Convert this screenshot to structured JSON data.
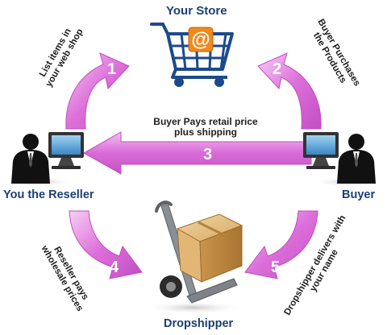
{
  "store": {
    "title": "Your Store"
  },
  "reseller": {
    "title": "You the Reseller"
  },
  "buyer": {
    "title": "Buyer"
  },
  "dropshipper": {
    "title": "Dropshipper"
  },
  "cart_symbol": "@",
  "steps": [
    {
      "number": "1",
      "line1": "List items in",
      "line2": "your web shop"
    },
    {
      "number": "2",
      "line1": "Buyer Purchases",
      "line2": "the Products"
    },
    {
      "number": "3",
      "line1": "Buyer Pays retail price",
      "line2": "plus shipping"
    },
    {
      "number": "4",
      "line1": "Reseller pays",
      "line2": "wholesale prices"
    },
    {
      "number": "5",
      "line1": "Dropshipper delivers with",
      "line2": "your name"
    }
  ],
  "colors": {
    "arrow": "#d864d6",
    "arrow_light": "#f3c6f0",
    "title": "#1b3f73",
    "cart": "#1c4a8c",
    "box": "#d4a45a"
  }
}
